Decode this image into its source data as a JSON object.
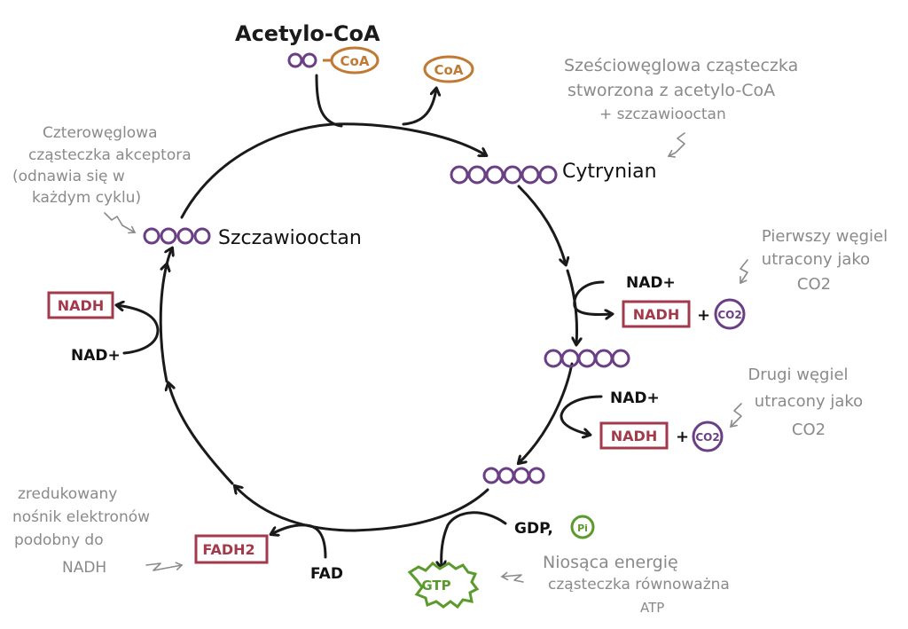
{
  "colors": {
    "carbon": "#6b3f85",
    "coa": "#c07a35",
    "carrier": "#a33a4c",
    "gtp": "#5b9a2d",
    "note": "#8a8a8a",
    "line": "#1a1a1a"
  },
  "molecules": {
    "acetyl_coa": {
      "label": "Acetylo-CoA",
      "carbons": 2,
      "tag": "CoA"
    },
    "released_coa": {
      "tag": "CoA"
    },
    "citrate": {
      "label": "Cytrynian",
      "carbons": 6
    },
    "five_carbon": {
      "carbons": 5
    },
    "four_carbon": {
      "carbons": 4
    },
    "oxaloacetate": {
      "label": "Szczawiooctan",
      "carbons": 4
    }
  },
  "steps": {
    "step1": {
      "input": "NAD+",
      "output": "NADH",
      "plus": "+",
      "co2": "CO2"
    },
    "step2": {
      "input": "NAD+",
      "output": "NADH",
      "plus": "+",
      "co2": "CO2"
    },
    "step3": {
      "input": "GDP,",
      "pi": "Pi",
      "output": "GTP"
    },
    "step4": {
      "input": "FAD",
      "output": "FADH2"
    },
    "step5": {
      "input": "NAD+",
      "output": "NADH"
    }
  },
  "notes": {
    "citrate_note": [
      "Sześciowęglowa cząsteczka",
      "stworzona z acetylo-CoA",
      "+ szczawiooctan"
    ],
    "oxaloacetate_note": [
      "Czterowęglowa",
      "cząsteczka akceptora",
      "(odnawia się w",
      "każdym cyklu)"
    ],
    "co2_first_note": [
      "Pierwszy węgiel",
      "utracony jako",
      "CO2"
    ],
    "co2_second_note": [
      "Drugi węgiel",
      "utracony jako",
      "CO2"
    ],
    "fadh2_note": [
      "zredukowany",
      "nośnik elektronów",
      "podobny do",
      "NADH"
    ],
    "gtp_note": [
      "Niosąca energię",
      "cząsteczka równoważna",
      "ATP"
    ]
  }
}
